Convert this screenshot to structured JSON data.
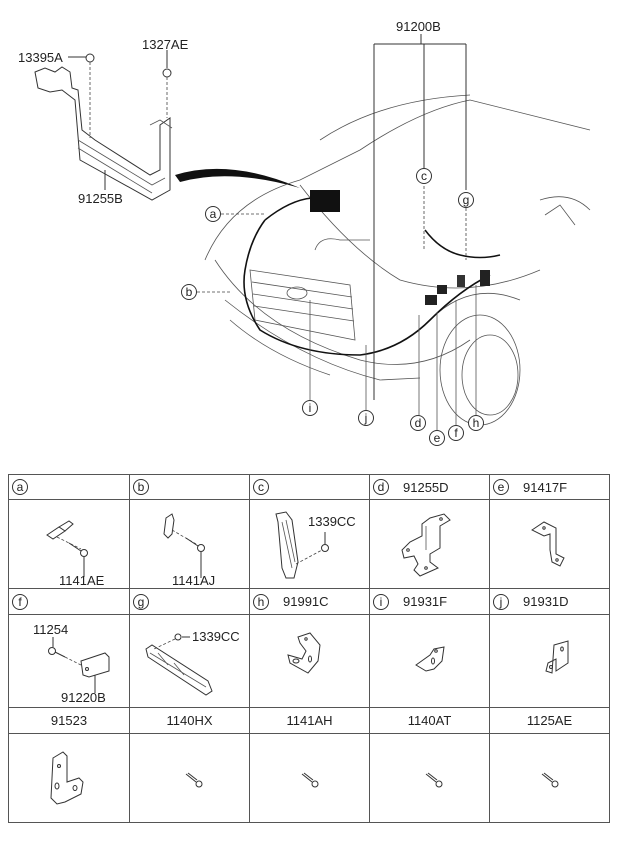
{
  "diagram": {
    "subject": "Front wiring harness exploded view",
    "top_left_callouts": {
      "nut_left": "13395A",
      "nut_right": "1327AE",
      "bracket": "91255B"
    },
    "harness_callout": "91200B",
    "vehicle_callouts": [
      "a",
      "b",
      "c",
      "d",
      "e",
      "f",
      "g",
      "h",
      "i",
      "j"
    ]
  },
  "parts_table": {
    "rows": [
      [
        {
          "ref": "a",
          "part": "",
          "items": [
            "1141AE"
          ]
        },
        {
          "ref": "b",
          "part": "",
          "items": [
            "1141AJ"
          ]
        },
        {
          "ref": "c",
          "part": "",
          "items": [
            "1339CC"
          ]
        },
        {
          "ref": "d",
          "part": "91255D",
          "items": []
        },
        {
          "ref": "e",
          "part": "91417F",
          "items": []
        }
      ],
      [
        {
          "ref": "f",
          "part": "",
          "items": [
            "11254",
            "91220B"
          ]
        },
        {
          "ref": "g",
          "part": "",
          "items": [
            "1339CC"
          ]
        },
        {
          "ref": "h",
          "part": "91991C",
          "items": []
        },
        {
          "ref": "i",
          "part": "91931F",
          "items": []
        },
        {
          "ref": "j",
          "part": "91931D",
          "items": []
        }
      ],
      [
        {
          "ref": "",
          "part": "91523",
          "items": []
        },
        {
          "ref": "",
          "part": "1140HX",
          "items": []
        },
        {
          "ref": "",
          "part": "1141AH",
          "items": []
        },
        {
          "ref": "",
          "part": "1140AT",
          "items": []
        },
        {
          "ref": "",
          "part": "1125AE",
          "items": []
        }
      ]
    ]
  }
}
